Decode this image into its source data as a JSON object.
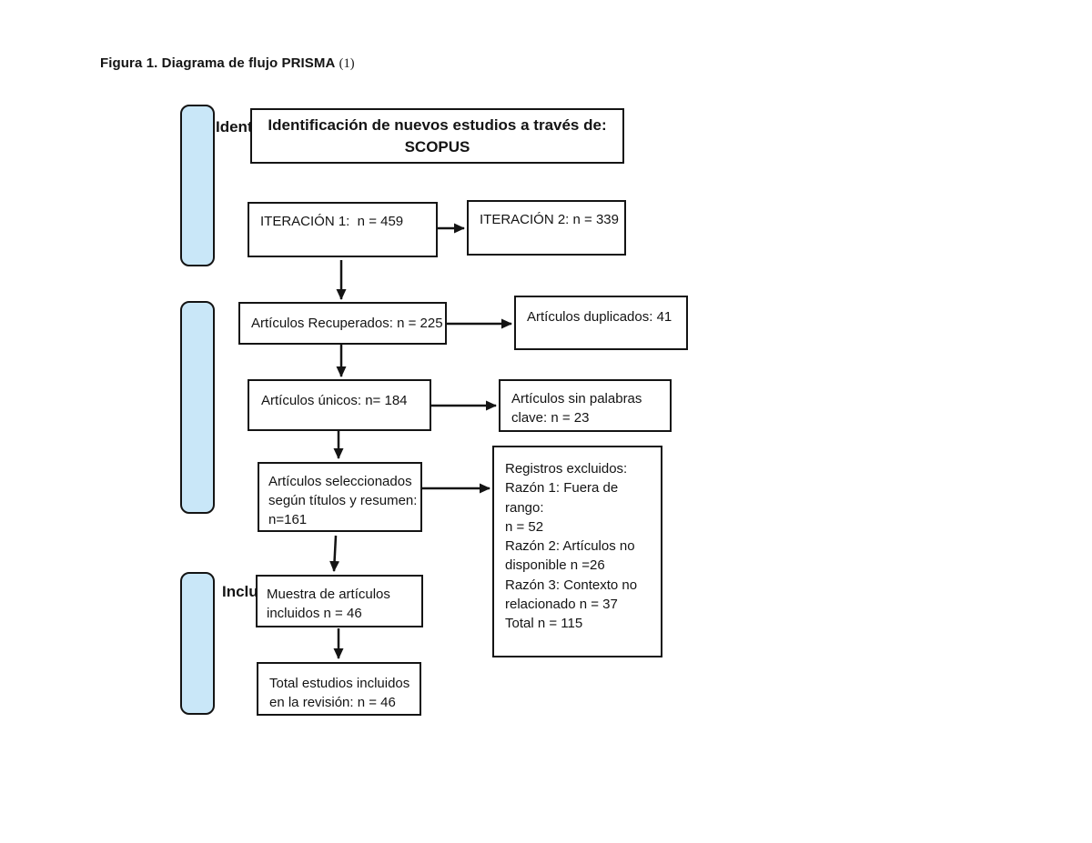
{
  "figure": {
    "caption_main": "Figura 1. Diagrama de flujo PRISMA",
    "caption_suffix": "(1)"
  },
  "colors": {
    "stage_bar_fill": "#C9E7F8",
    "border": "#141414"
  },
  "stage_bars": {
    "identification_label": "Ident",
    "included_label": "Inclu"
  },
  "nodes": {
    "scopus": "Identificación de nuevos estudios a través de:\nSCOPUS",
    "iteracion1": "ITERACIÓN 1:  n = 459",
    "iteracion2": "ITERACIÓN 2: n = 339",
    "recuperados": "Artículos Recuperados: n = 225",
    "duplicados": "Artículos duplicados: 41",
    "unicos": "Artículos únicos: n= 184",
    "sin_palabras": "Artículos sin palabras\nclave: n = 23",
    "seleccionados": "Artículos seleccionados\nsegún títulos y resumen:\nn=161",
    "excluidos": "Registros excluidos:\nRazón 1: Fuera de rango:\nn = 52\nRazón 2: Artículos no\ndisponible n =26\nRazón 3: Contexto no\nrelacionado n = 37\nTotal n = 115",
    "muestra": "Muestra de artículos\nincluidos n = 46",
    "total": "Total estudios incluidos\nen la revisión: n = 46"
  }
}
